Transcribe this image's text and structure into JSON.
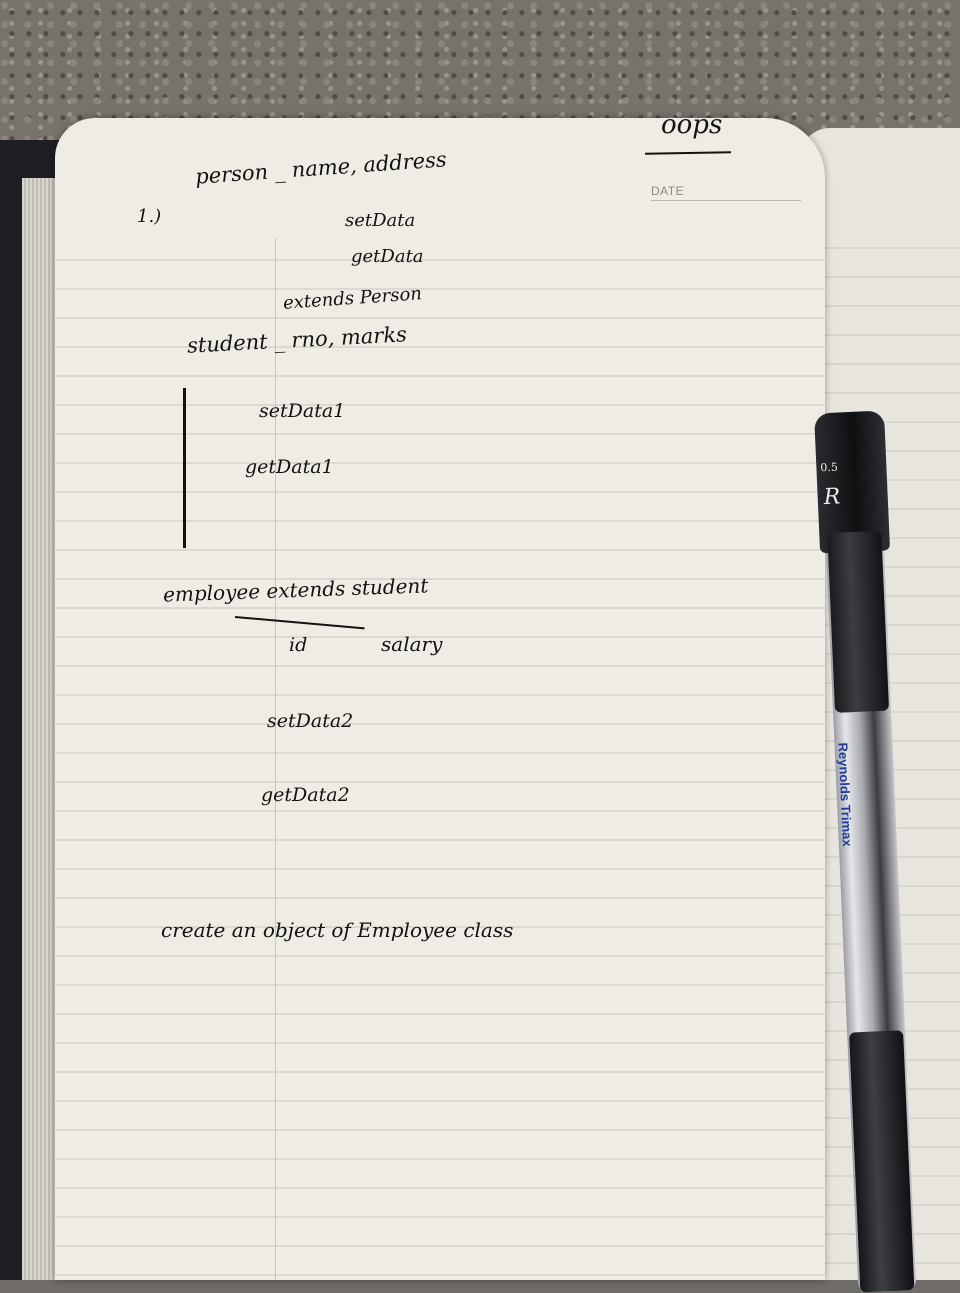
{
  "notebook": {
    "date_label": "DATE",
    "title_note": "oops",
    "lines": {
      "item_number": "1.)",
      "person": "person _ name, address",
      "setdata": "setData",
      "getdata": "getData",
      "extends_person": "extends Person",
      "student": "student _ rno, marks",
      "setdata1": "setData1",
      "getdata1": "getData1",
      "employee": "employee extends student",
      "id": "id",
      "salary": "salary",
      "setdata2": "setData2",
      "getdata2": "getData2",
      "create": "create an object of Employee class"
    }
  },
  "pen": {
    "size_label": "0.5",
    "logo": "R",
    "brand": "Reynolds Trimax"
  },
  "colors": {
    "paper": "#efece5",
    "ink": "#121212",
    "rule": "#c9c6bf",
    "cover": "#1d1e22"
  }
}
